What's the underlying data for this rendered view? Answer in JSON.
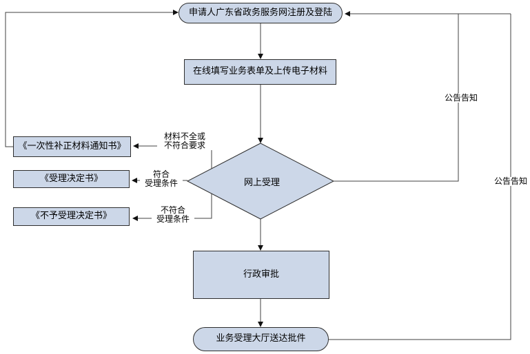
{
  "diagram": {
    "title": "online-service-approval-flowchart",
    "colors": {
      "node_fill": "#ccd7e8",
      "node_border": "#2d2d2d",
      "line": "#404040",
      "arrow": "#111111",
      "background": "#ffffff",
      "text": "#000000"
    },
    "nodes": {
      "register": {
        "type": "stadium",
        "label": "申请人广东省政务服务网注册及登陆"
      },
      "fill_form": {
        "type": "rect",
        "label": "在线填写业务表单及上传电子材料"
      },
      "online_accept": {
        "type": "diamond",
        "label": "网上受理"
      },
      "notice_supplement": {
        "type": "rect",
        "label": "《一次性补正材料通知书》"
      },
      "accept_decision": {
        "type": "rect",
        "label": "《受理决定书》"
      },
      "reject_decision": {
        "type": "rect",
        "label": "《不予受理决定书》"
      },
      "admin_approval": {
        "type": "rect",
        "label": "行政审批"
      },
      "delivery": {
        "type": "stadium",
        "label": "业务受理大厅送达批件"
      }
    },
    "edge_labels": {
      "incomplete": {
        "line1": "材料不全或",
        "line2": "不符合要求"
      },
      "meet": {
        "line1": "符合",
        "line2": "受理条件"
      },
      "not_meet": {
        "line1": "不符合",
        "line2": "受理条件"
      },
      "announce_top": {
        "line1": "公告告知"
      },
      "announce_bottom": {
        "line1": "公告告知"
      }
    }
  }
}
